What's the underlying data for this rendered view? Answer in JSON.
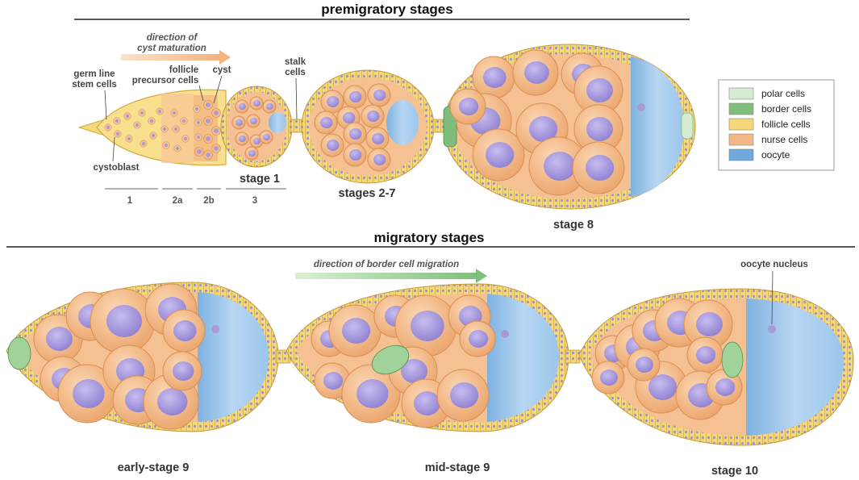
{
  "headings": {
    "premigratory": "premigratory stages",
    "migratory": "migratory stages"
  },
  "arrows": {
    "cyst_direction": [
      "direction of",
      "cyst maturation"
    ],
    "border_migration": "direction of border cell migration"
  },
  "germarium_labels": {
    "germ_line": [
      "germ line",
      "stem cells"
    ],
    "follicle_precursor": [
      "follicle",
      "precursor cells"
    ],
    "cyst": "cyst",
    "stalk": [
      "stalk",
      "cells"
    ],
    "cystoblast": "cystoblast"
  },
  "regions": [
    "1",
    "2a",
    "2b",
    "3"
  ],
  "stages": {
    "stage1": "stage 1",
    "stages27": "stages 2-7",
    "stage8": "stage 8",
    "early9": "early-stage 9",
    "mid9": "mid-stage 9",
    "stage10": "stage 10"
  },
  "annotations": {
    "oocyte_nucleus": "oocyte nucleus"
  },
  "legend": [
    {
      "label": "polar cells",
      "color": "#d6ecd2"
    },
    {
      "label": "border cells",
      "color": "#7fbd7a"
    },
    {
      "label": "follicle cells",
      "color": "#f5d878"
    },
    {
      "label": "nurse cells",
      "color": "#f2b784"
    },
    {
      "label": "oocyte",
      "color": "#6fa8dc"
    }
  ],
  "colors": {
    "follicle": "#f5d878",
    "nurse": "#f3bb8a",
    "nurse_nucleus": "#a99ad6",
    "oocyte": "#a9cdee",
    "border": "#9fd39a"
  }
}
